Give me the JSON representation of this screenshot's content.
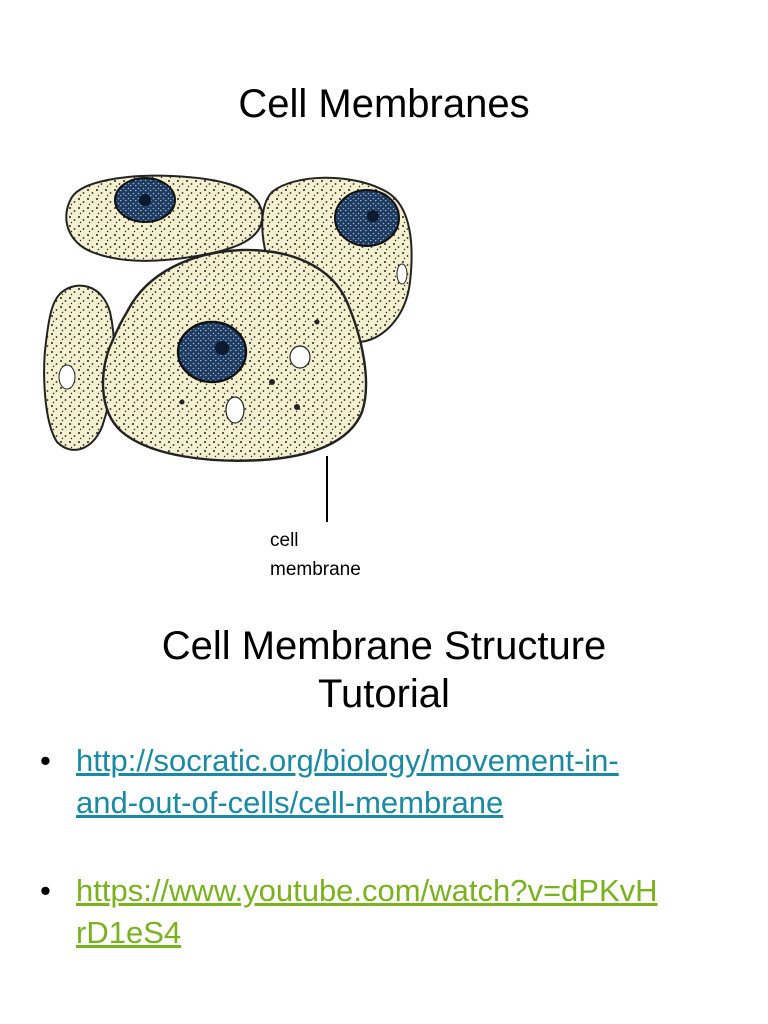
{
  "slide1": {
    "title": "Cell Membranes",
    "figure": {
      "description_icon": "cell-illustration",
      "label_line1": "cell",
      "label_line2": "membrane",
      "cell_fill_color": "#f4f0cf",
      "nucleus_color": "#1e3a5f"
    }
  },
  "slide2": {
    "title_line1": "Cell Membrane Structure",
    "title_line2": "Tutorial",
    "links": [
      {
        "bullet": "•",
        "line1": "http://socratic.org/biology/movement-in-",
        "line2": "and-out-of-cells/cell-membrane",
        "color": "#1a8aa3"
      },
      {
        "bullet": "•",
        "line1": "https://www.youtube.com/watch?v=dPKvH",
        "line2": "rD1eS4",
        "color": "#7ab21e"
      }
    ]
  }
}
